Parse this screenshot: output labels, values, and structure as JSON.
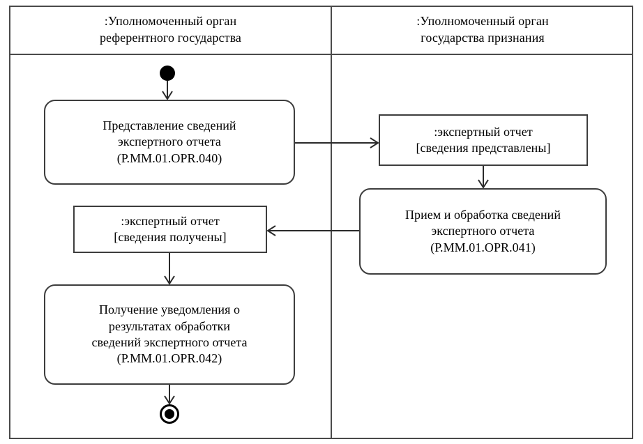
{
  "diagram": {
    "type": "uml-activity-diagram",
    "lanes": [
      {
        "id": "lane-reference-state",
        "title": ":Уполномоченный орган\nреферентного государства"
      },
      {
        "id": "lane-recognition-state",
        "title": ":Уполномоченный орган\nгосударства признания"
      }
    ],
    "nodes": {
      "initial": {
        "kind": "initial-node",
        "lane": "lane-reference-state"
      },
      "activity_040": {
        "kind": "activity",
        "lane": "lane-reference-state",
        "label": "Представление сведений\nэкспертного отчета\n(Р.ММ.01.OPR.040)"
      },
      "object_submitted": {
        "kind": "object-node",
        "lane": "lane-recognition-state",
        "label": ":экспертный отчет\n[сведения представлены]"
      },
      "activity_041": {
        "kind": "activity",
        "lane": "lane-recognition-state",
        "label": "Прием и обработка сведений\nэкспертного отчета\n(Р.ММ.01.OPR.041)"
      },
      "object_received": {
        "kind": "object-node",
        "lane": "lane-reference-state",
        "label": ":экспертный отчет\n[сведения получены]"
      },
      "activity_042": {
        "kind": "activity",
        "lane": "lane-reference-state",
        "label": "Получение уведомления о\nрезультатах обработки\nсведений экспертного отчета\n(Р.ММ.01.OPR.042)"
      },
      "final": {
        "kind": "final-node",
        "lane": "lane-reference-state"
      }
    },
    "edges": [
      {
        "from": "initial",
        "to": "activity_040",
        "direction": "down"
      },
      {
        "from": "activity_040",
        "to": "object_submitted",
        "direction": "right"
      },
      {
        "from": "object_submitted",
        "to": "activity_041",
        "direction": "down"
      },
      {
        "from": "activity_041",
        "to": "object_received",
        "direction": "left"
      },
      {
        "from": "object_received",
        "to": "activity_042",
        "direction": "down"
      },
      {
        "from": "activity_042",
        "to": "final",
        "direction": "down"
      }
    ],
    "colors": {
      "frame_border": "#4a4a4a",
      "node_border": "#3d3d3d",
      "edge": "#2a2a2a",
      "background": "#ffffff",
      "text": "#000000"
    }
  }
}
